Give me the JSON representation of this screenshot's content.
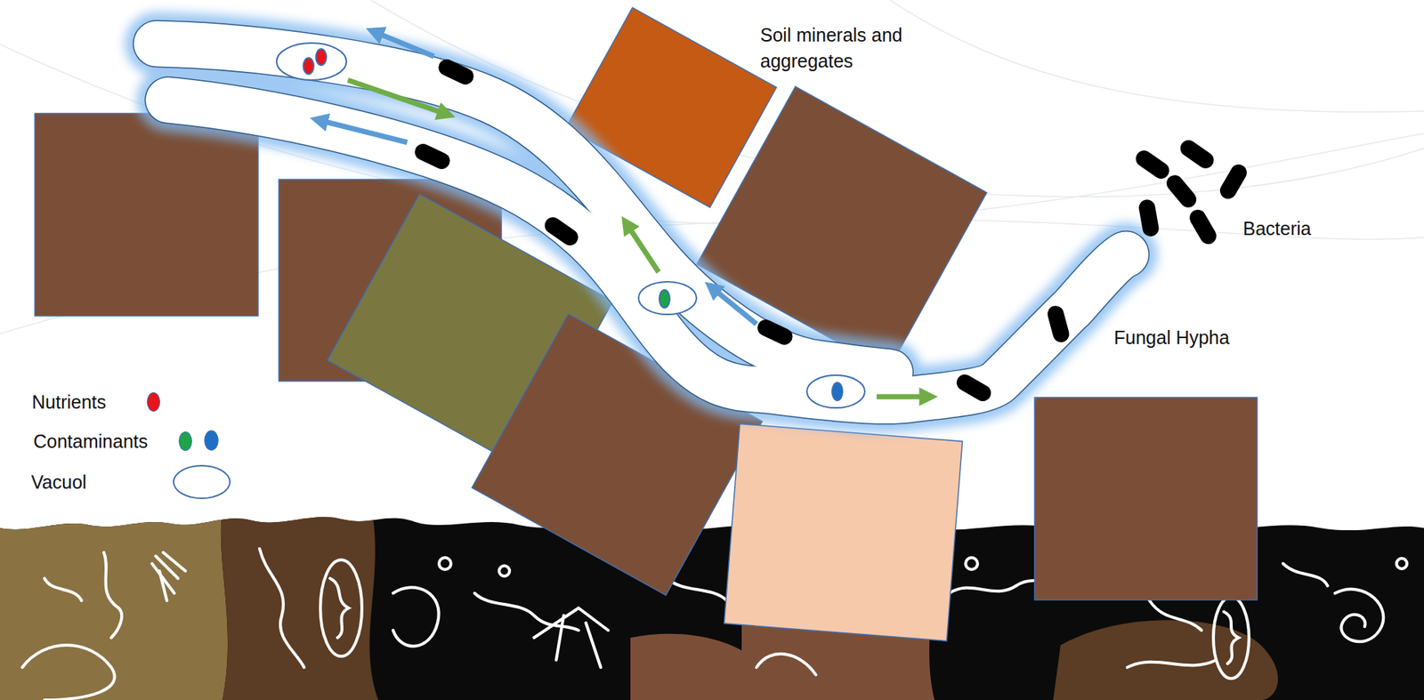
{
  "diagram": {
    "labels": [
      "Soil minerals and aggregates",
      "Bacteria",
      "Fungal Hypha"
    ],
    "legend": [
      {
        "text": "Nutrients",
        "color": "#e8141b"
      },
      {
        "text": "Contaminants",
        "color": "#1ea34a"
      },
      {
        "text": "Vacuol"
      }
    ]
  }
}
